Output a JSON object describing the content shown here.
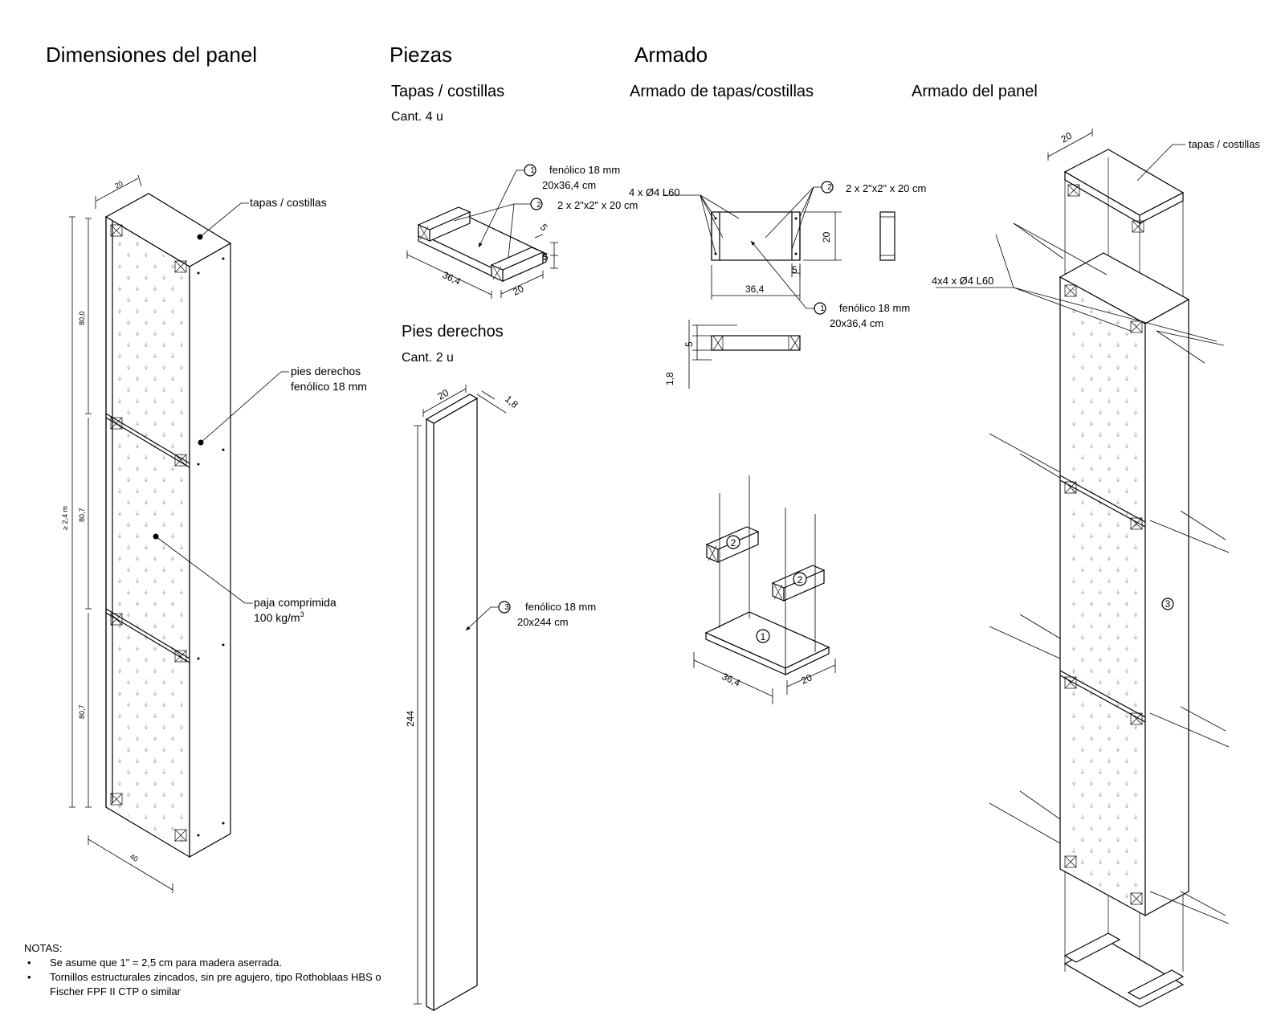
{
  "sections": {
    "panel_dimensions": "Dimensiones del panel",
    "pieces": "Piezas",
    "assembly": "Armado"
  },
  "subsections": {
    "tapas_costillas": "Tapas / costillas",
    "tapas_qty": "Cant. 4 u",
    "pies_derechos": "Pies derechos",
    "pies_qty": "Cant. 2 u",
    "armado_tapas": "Armado de tapas/costillas",
    "armado_panel": "Armado del panel"
  },
  "panel_view": {
    "label_tapas": "tapas / costillas",
    "label_pies_1": "pies derechos",
    "label_pies_2": "fenólico 18 mm",
    "label_paja_1": "paja comprimida",
    "label_paja_2": "100 kg/m",
    "label_paja_sup": "3",
    "dim_top": "20",
    "dim_bottom": "40",
    "dim_total": "≥ 2,4 m",
    "dim_seg_1": "80,0",
    "dim_seg_2": "80,7",
    "dim_seg_3": "80,7"
  },
  "piece_tapas": {
    "callout_1": "1",
    "callout_2": "2",
    "label_1a": "fenólico 18 mm",
    "label_1b": "20x36,4 cm",
    "label_2": "2 x 2\"x2\" x 20 cm",
    "dim_len": "36,4",
    "dim_wid": "20",
    "dim_5a": "5",
    "dim_5b": "5"
  },
  "piece_pies": {
    "callout_3": "3",
    "label_3a": "fenólico 18 mm",
    "label_3b": "20x244 cm",
    "dim_w": "20",
    "dim_t": "1,8",
    "dim_h": "244"
  },
  "armado_tapas": {
    "screws": "4 x Ø4 L60",
    "callout_2": "2",
    "label_2": "2 x 2\"x2\" x 20 cm",
    "callout_1": "1",
    "label_1a": "fenólico 18 mm",
    "label_1b": "20x36,4 cm",
    "dim_20": "20",
    "dim_5": "5",
    "dim_364": "36,4",
    "sec_5": "5",
    "sec_18": "1,8",
    "exp_1": "1",
    "exp_2a": "2",
    "exp_2b": "2",
    "exp_364": "36,4",
    "exp_20": "20"
  },
  "armado_panel": {
    "label_tapas": "tapas / costillas",
    "screws": "4x4 x Ø4 L60",
    "callout_3": "3",
    "dim_20": "20"
  },
  "notes": {
    "title": "NOTAS:",
    "items": [
      "Se asume que 1\" = 2,5 cm para madera aserrada.",
      "Tornillos estructurales zincados, sin pre agujero, tipo Rothoblaas HBS o Fischer FPF II CTP o similar"
    ]
  }
}
